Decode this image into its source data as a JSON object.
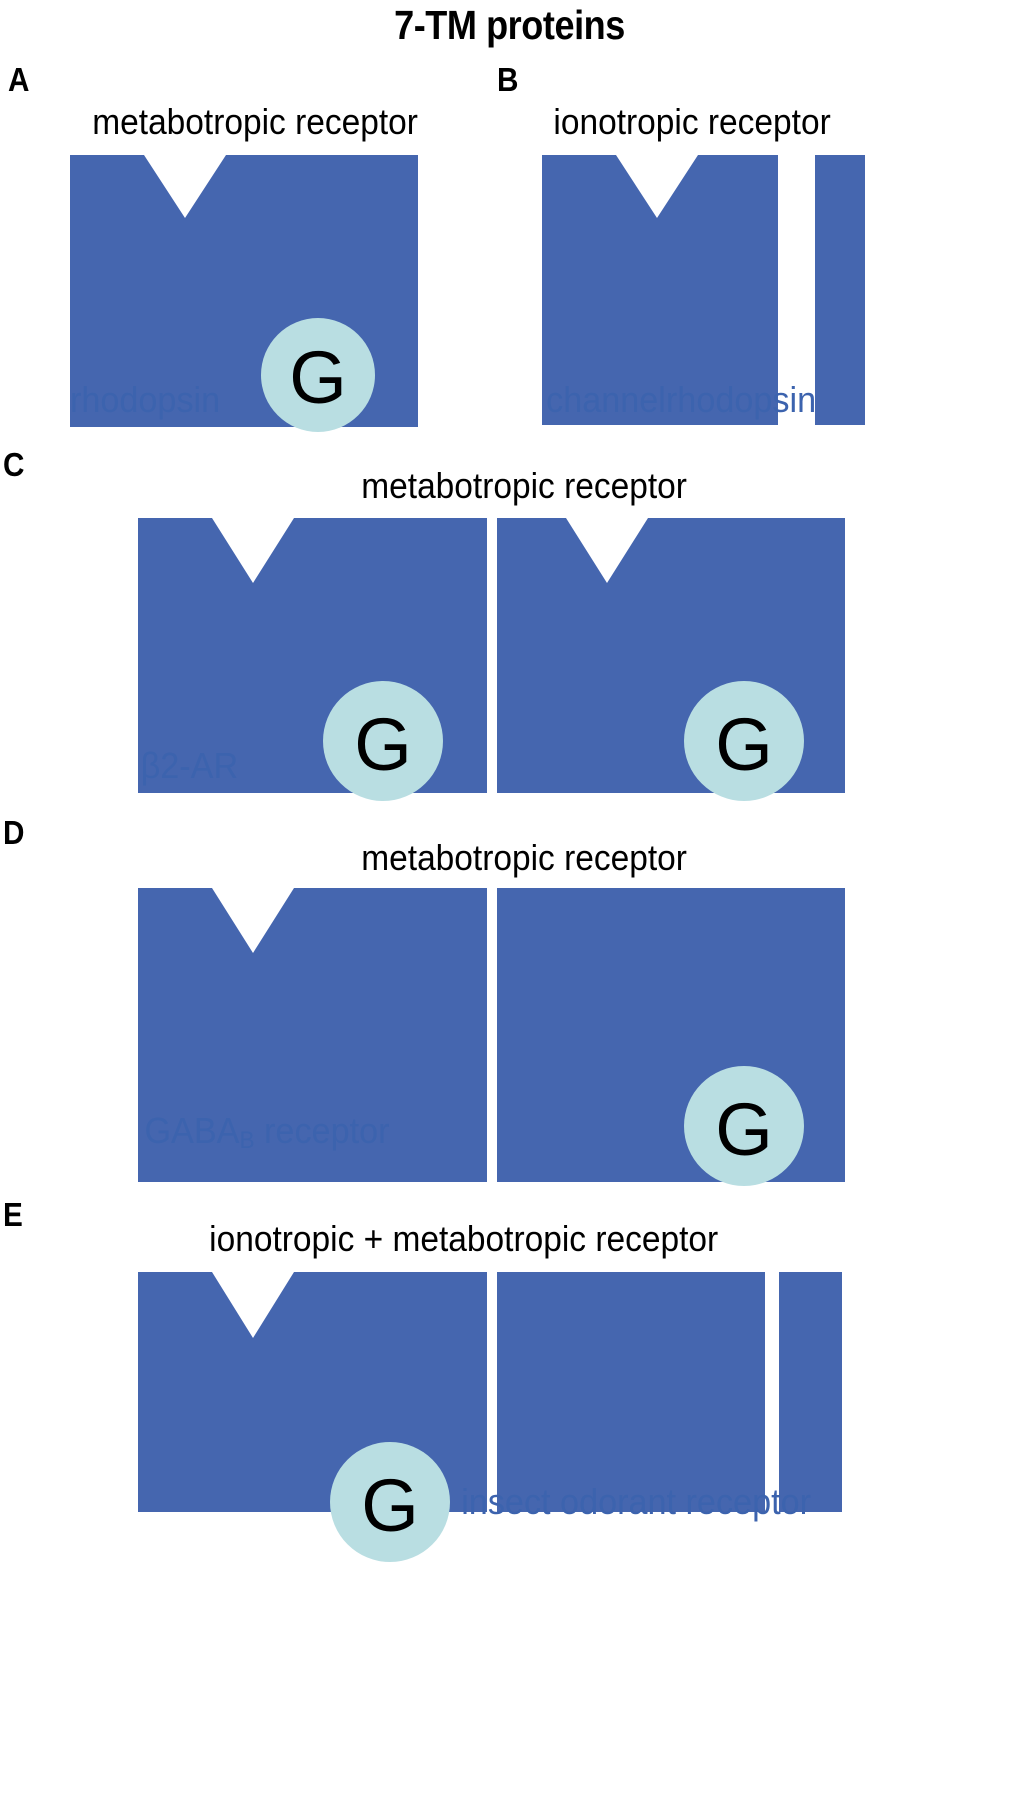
{
  "figure": {
    "title": "7-TM proteins",
    "background_color": "#FFFFFF",
    "subunit_color": "#4566AF",
    "gprotein_color": "#B9DEE2",
    "label_blue": "#3C63AE",
    "label_black": "#000000"
  },
  "panels": [
    {
      "letter": "A",
      "head_label": "metabotropic receptor",
      "name_label": "rhodopsin",
      "g_label": "G",
      "subunit_count": 1,
      "notched_count": 1,
      "gprotein_count": 1
    },
    {
      "letter": "B",
      "head_label": "ionotropic receptor",
      "name_label": "channelrhodopsin",
      "g_label": null,
      "subunit_count": 2,
      "notched_count": 1,
      "gprotein_count": 0
    },
    {
      "letter": "C",
      "head_label": "metabotropic receptor",
      "name_label": "β2-AR",
      "g_label": "G",
      "subunit_count": 2,
      "notched_count": 2,
      "gprotein_count": 2
    },
    {
      "letter": "D",
      "head_label": "metabotropic receptor",
      "name_label_prefix": "GABA",
      "name_label_sub": "B",
      "name_label_suffix": " receptor",
      "g_label": "G",
      "subunit_count": 2,
      "notched_count": 1,
      "gprotein_count": 1
    },
    {
      "letter": "E",
      "head_label": "ionotropic + metabotropic receptor",
      "name_label": "insect odorant receptor",
      "g_label": "G",
      "subunit_count": 3,
      "notched_count": 1,
      "gprotein_count": 1
    }
  ],
  "g_proteins": {
    "a_g": "G",
    "c_g_left": "G",
    "c_g_right": "G",
    "d_g": "G",
    "e_g": "G"
  }
}
